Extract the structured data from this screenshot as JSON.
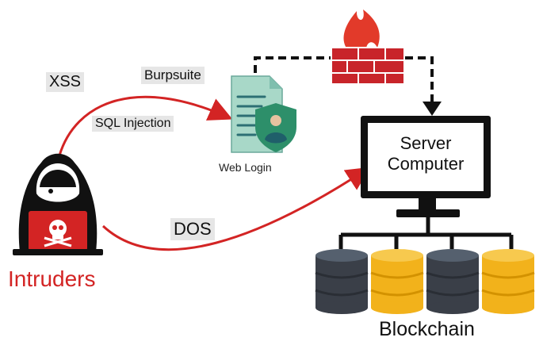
{
  "labels": {
    "xss": "XSS",
    "burpsuite": "Burpsuite",
    "sql_injection": "SQL Injection",
    "web_login": "Web Login",
    "dos": "DOS",
    "server_computer": [
      "Server",
      "Computer"
    ],
    "intruders": "Intruders",
    "blockchain": "Blockchain"
  },
  "colors": {
    "attack_arrow": "#d32424",
    "intruder_red": "#d32424",
    "firewall_red": "#c8242a",
    "flame": "#e23a2a",
    "document": "#a8d8c8",
    "shield": "#2d8f6a",
    "database_dark": "#3a3f48",
    "database_gold": "#f2b21b",
    "monitor": "#111111"
  },
  "icons": {
    "intruder": "hooded-hacker-icon",
    "web_login": "document-shield-icon",
    "firewall": "firewall-flame-icon",
    "server": "monitor-icon",
    "databases": [
      "database-dark-icon",
      "database-gold-icon",
      "database-dark-icon",
      "database-gold-icon"
    ]
  }
}
